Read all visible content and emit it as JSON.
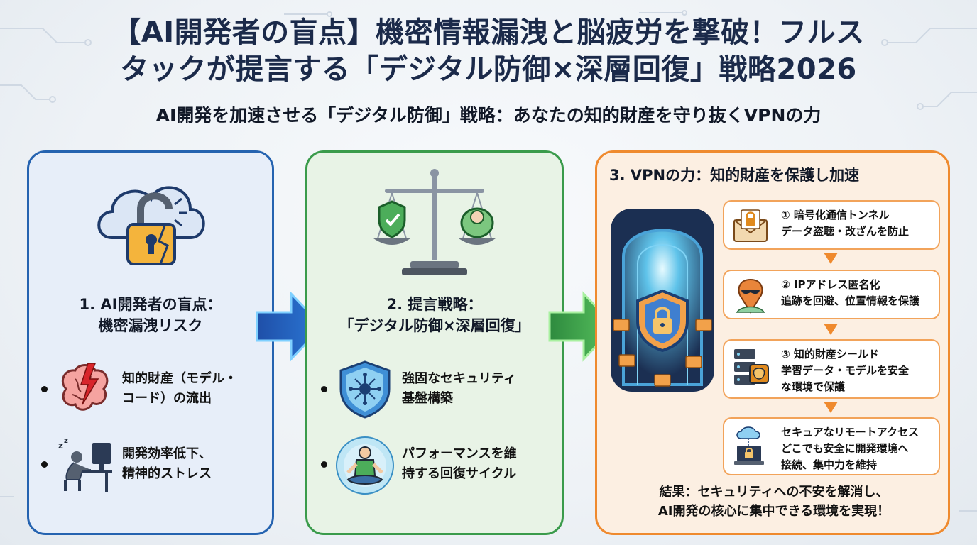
{
  "title_line1": "【AI開発者の盲点】機密情報漏洩と脳疲労を撃破！フルス",
  "title_line2": "タックが提言する「デジタル防御×深層回復」戦略2026",
  "subtitle": "AI開発を加速させる「デジタル防御」戦略：あなたの知的財産を守り抜くVPNの力",
  "panel1": {
    "heading_line1": "1. AI開発者の盲点：",
    "heading_line2": "機密漏洩リスク",
    "bullets": [
      {
        "line1": "知的財産（モデル・",
        "line2": "コード）の流出",
        "icon": "brain-lightning-icon"
      },
      {
        "line1": "開発効率低下、",
        "line2": "精神的ストレス",
        "icon": "exhausted-developer-icon"
      }
    ],
    "icon": "cloud-broken-lock-icon",
    "color": "#2563b0"
  },
  "panel2": {
    "heading_line1": "2. 提言戦略：",
    "heading_line2": "「デジタル防御×深層回復」",
    "bullets": [
      {
        "line1": "強固なセキュリティ",
        "line2": "基盤構築",
        "icon": "shield-network-icon"
      },
      {
        "line1": "パフォーマンスを維",
        "line2": "持する回復サイクル",
        "icon": "meditation-icon"
      }
    ],
    "icon": "balance-scale-icon",
    "color": "#3a9b4b"
  },
  "panel3": {
    "title": "3. VPNの力：知的財産を保護し加速",
    "color": "#ef8a2e",
    "steps": [
      {
        "line1": "① 暗号化通信トンネル",
        "line2": "データ盗聴・改ざんを防止",
        "line3": "",
        "icon": "encrypted-mail-icon"
      },
      {
        "line1": "② IPアドレス匿名化",
        "line2": "追跡を回避、位置情報を保護",
        "line3": "",
        "icon": "masked-location-icon"
      },
      {
        "line1": "③ 知的財産シールド",
        "line2": "学習データ・モデルを安全",
        "line3": "な環境で保護",
        "icon": "server-chip-icon"
      },
      {
        "line1": "セキュアなリモートアクセス",
        "line2": "どこでも安全に開発環境へ",
        "line3": "接続、集中力を維持",
        "icon": "cloud-laptop-lock-icon"
      }
    ],
    "result_line1": "結果：セキュリティへの不安を解消し、",
    "result_line2": "AI開発の核心に集中できる環境を実現！"
  }
}
